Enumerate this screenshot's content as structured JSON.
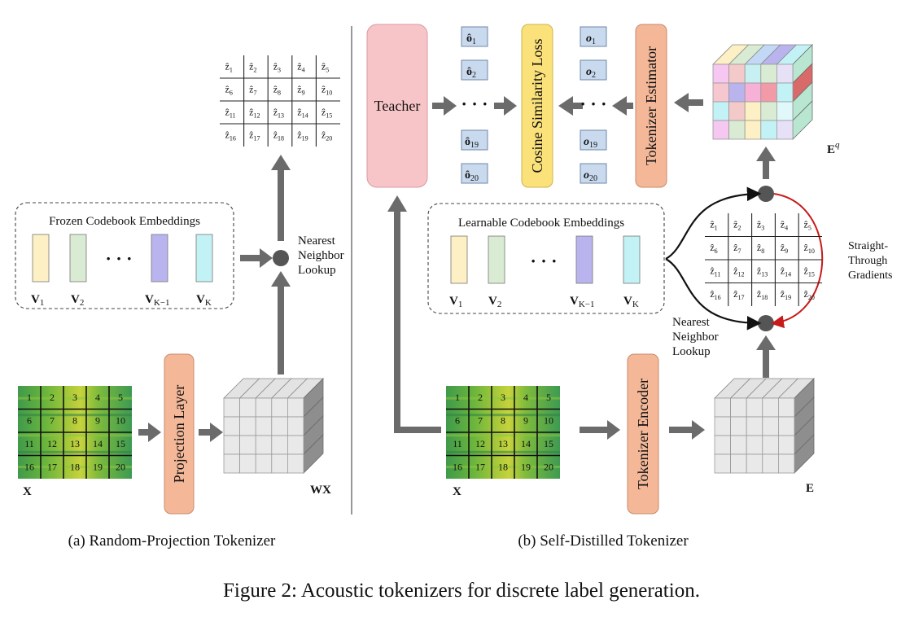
{
  "left": {
    "caption": "(a) Random-Projection Tokenizer",
    "codebook_title": "Frozen Codebook Embeddings",
    "vec_labels": [
      "V",
      "V",
      "V",
      "V"
    ],
    "vec_subs": [
      "1",
      "2",
      "K−1",
      "K"
    ],
    "ellipsis": "· · ·",
    "lookup_lines": [
      "Nearest",
      "Neighbor",
      "Lookup"
    ],
    "projection_label": "Projection Layer",
    "input_label": "X",
    "output_label": "WX"
  },
  "right": {
    "caption": "(b) Self-Distilled Tokenizer",
    "teacher_label": "Teacher",
    "loss_label": "Cosine Similarity Loss",
    "estimator_label": "Tokenizer Estimator",
    "encoder_label": "Tokenizer Encoder",
    "codebook_title": "Learnable Codebook Embeddings",
    "vec_labels": [
      "V",
      "V",
      "V",
      "V"
    ],
    "vec_subs": [
      "1",
      "2",
      "K−1",
      "K"
    ],
    "ellipsis": "· · ·",
    "lookup_lines": [
      "Nearest",
      "Neighbor",
      "Lookup"
    ],
    "st_lines": [
      "Straight-",
      "Through",
      "Gradients"
    ],
    "input_label": "X",
    "e_label": "E",
    "eq_label": "E",
    "eq_sup": "q",
    "ohat": [
      {
        "base": "ô",
        "sub": "1"
      },
      {
        "base": "ô",
        "sub": "2"
      },
      {
        "base": "ô",
        "sub": "19"
      },
      {
        "base": "ô",
        "sub": "20"
      }
    ],
    "o": [
      {
        "base": "o",
        "sub": "1"
      },
      {
        "base": "o",
        "sub": "2"
      },
      {
        "base": "o",
        "sub": "19"
      },
      {
        "base": "o",
        "sub": "20"
      }
    ],
    "dots": "· · ·"
  },
  "token_grid": [
    [
      "ẑ1",
      "ẑ2",
      "ẑ3",
      "ẑ4",
      "ẑ5"
    ],
    [
      "ẑ6",
      "ẑ7",
      "ẑ8",
      "ẑ9",
      "ẑ10"
    ],
    [
      "ẑ11",
      "ẑ12",
      "ẑ13",
      "ẑ14",
      "ẑ15"
    ],
    [
      "ẑ16",
      "ẑ17",
      "ẑ18",
      "ẑ19",
      "ẑ20"
    ]
  ],
  "patch_numbers": [
    [
      "1",
      "2",
      "3",
      "4",
      "5"
    ],
    [
      "6",
      "7",
      "8",
      "9",
      "10"
    ],
    [
      "11",
      "12",
      "13",
      "14",
      "15"
    ],
    [
      "16",
      "17",
      "18",
      "19",
      "20"
    ]
  ],
  "figure_caption": "Figure 2: Acoustic tokenizers for discrete label generation.",
  "colors": {
    "teacher": "#f7c5c8",
    "loss": "#fbe17a",
    "orange": "#f4b899",
    "vec1": "#fdf0c4",
    "vec2": "#d9ebd2",
    "vecK1": "#b9b4ee",
    "vecK": "#c2f2f5",
    "arrow": "#6b6b6b",
    "red": "#c81a1a",
    "spectro_green": "#5fae3a",
    "spectro_yellow": "#d8d93a"
  }
}
